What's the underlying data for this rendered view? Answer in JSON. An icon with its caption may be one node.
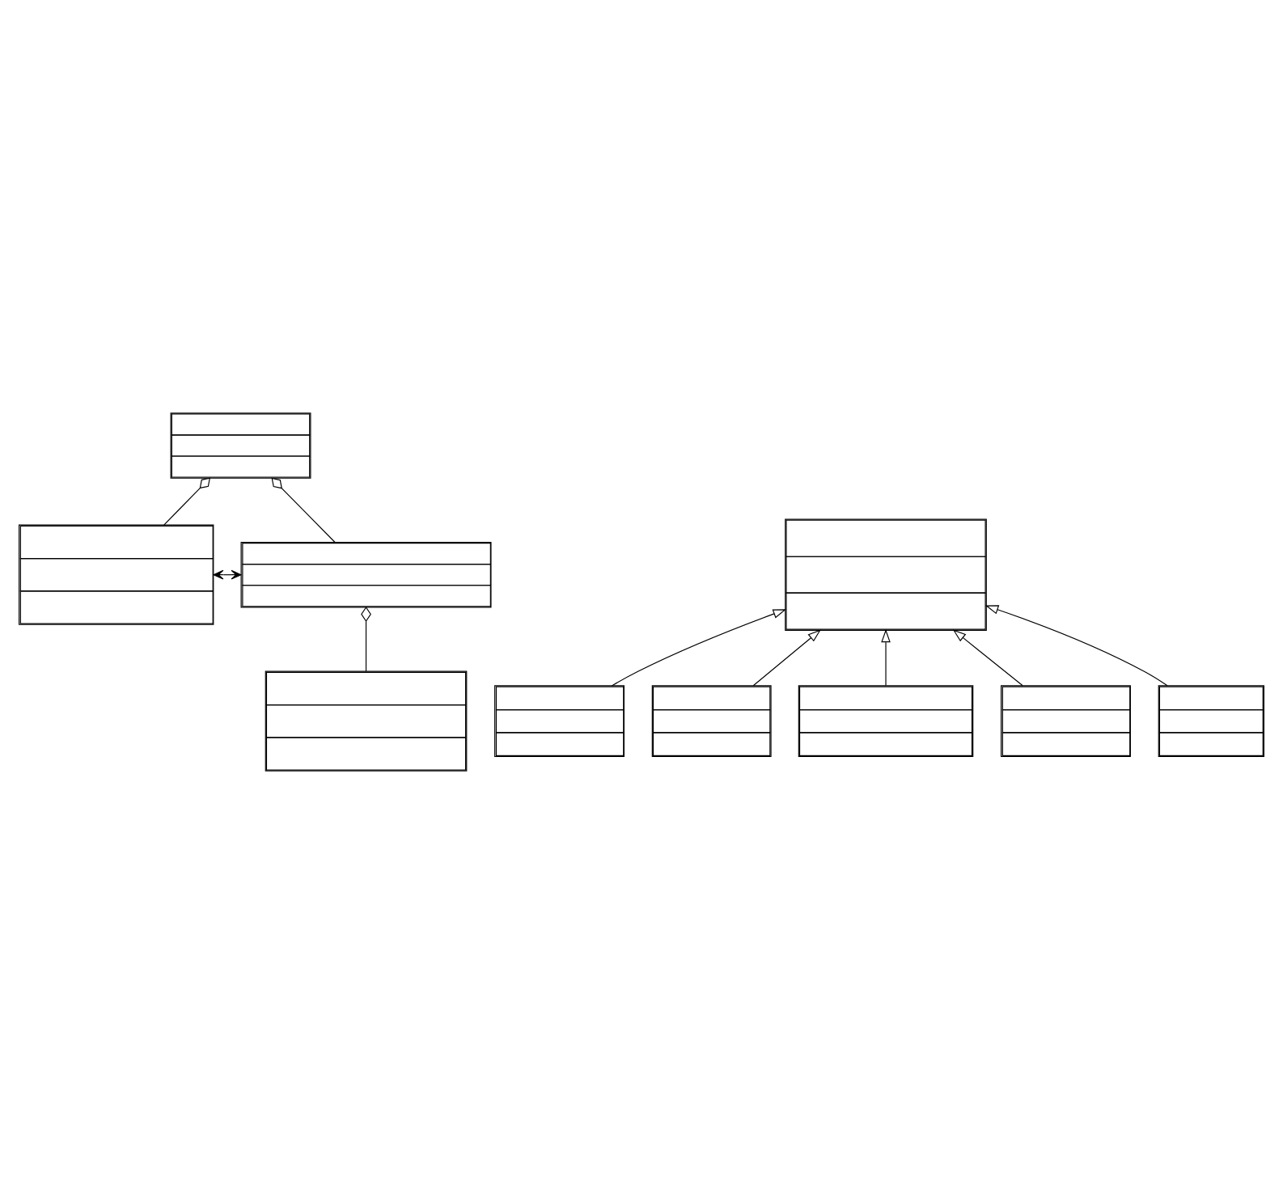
{
  "diagram": {
    "nodes": [
      {
        "text": [],
        "shape": "box"
      },
      {
        "text": [],
        "shape": "box"
      },
      {
        "text": [],
        "shape": "box"
      },
      {
        "text": [],
        "shape": "box"
      },
      {
        "text": [],
        "shape": "box"
      },
      {
        "text": [],
        "shape": "box"
      },
      {
        "text": [],
        "shape": "box"
      },
      {
        "text": [],
        "shape": "box"
      },
      {
        "text": [],
        "shape": "box"
      },
      {
        "text": [],
        "shape": "box"
      }
    ],
    "edges": [
      {
        "from": 1,
        "to": 0,
        "arrow": "other"
      },
      {
        "from": 2,
        "to": 0,
        "arrow": "other"
      },
      {
        "from": 1,
        "to": 2,
        "arrow": "both"
      },
      {
        "from": 3,
        "to": 2,
        "arrow": "other"
      },
      {
        "from": 5,
        "to": 4,
        "arrow": "to"
      },
      {
        "from": 6,
        "to": 4,
        "arrow": "to"
      },
      {
        "from": 7,
        "to": 4,
        "arrow": "to"
      },
      {
        "from": 8,
        "to": 4,
        "arrow": "to"
      },
      {
        "from": 9,
        "to": 4,
        "arrow": "to"
      }
    ]
  }
}
